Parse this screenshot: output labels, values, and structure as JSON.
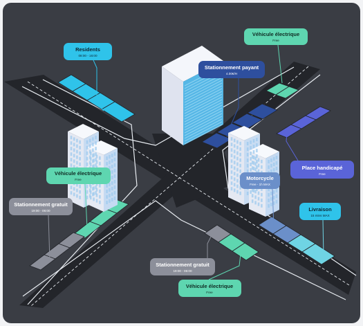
{
  "colors": {
    "background": "#3a3d44",
    "road": "#23252a",
    "curb": "#e9edf2",
    "teal_green": "#5ed6b0",
    "cyan": "#2fc3ea",
    "navy_blue": "#2e4f9e",
    "violet": "#5a64d8",
    "steel_blue": "#6b8fc9",
    "light_cyan": "#6fd4e4",
    "gray": "#8c8f9a"
  },
  "callouts": {
    "residents": {
      "title": "Residents",
      "subtitle": "08:00 - 16:00"
    },
    "vehicule_top": {
      "title": "Véhicule électrique",
      "subtitle": "Free"
    },
    "stationnement_payant": {
      "title": "Stationnement payant",
      "subtitle": "4.00€/H"
    },
    "vehicule_left": {
      "title": "Véhicule électrique",
      "subtitle": "Free"
    },
    "stationnement_gratuit_left": {
      "title": "Stationnement gratuit",
      "subtitle": "19:00 - 06:00"
    },
    "place_handicape": {
      "title": "Place handicapé",
      "subtitle": "Free"
    },
    "motorcycle": {
      "title": "Motorcycle",
      "subtitle": "Free - 1h MAX"
    },
    "livraison": {
      "title": "Livraison",
      "subtitle": "15 mins MAX"
    },
    "stationnement_gratuit_bottom": {
      "title": "Stationnement gratuit",
      "subtitle": "19:00 - 06:00"
    },
    "vehicule_bottom": {
      "title": "Véhicule électrique",
      "subtitle": "Free"
    }
  }
}
